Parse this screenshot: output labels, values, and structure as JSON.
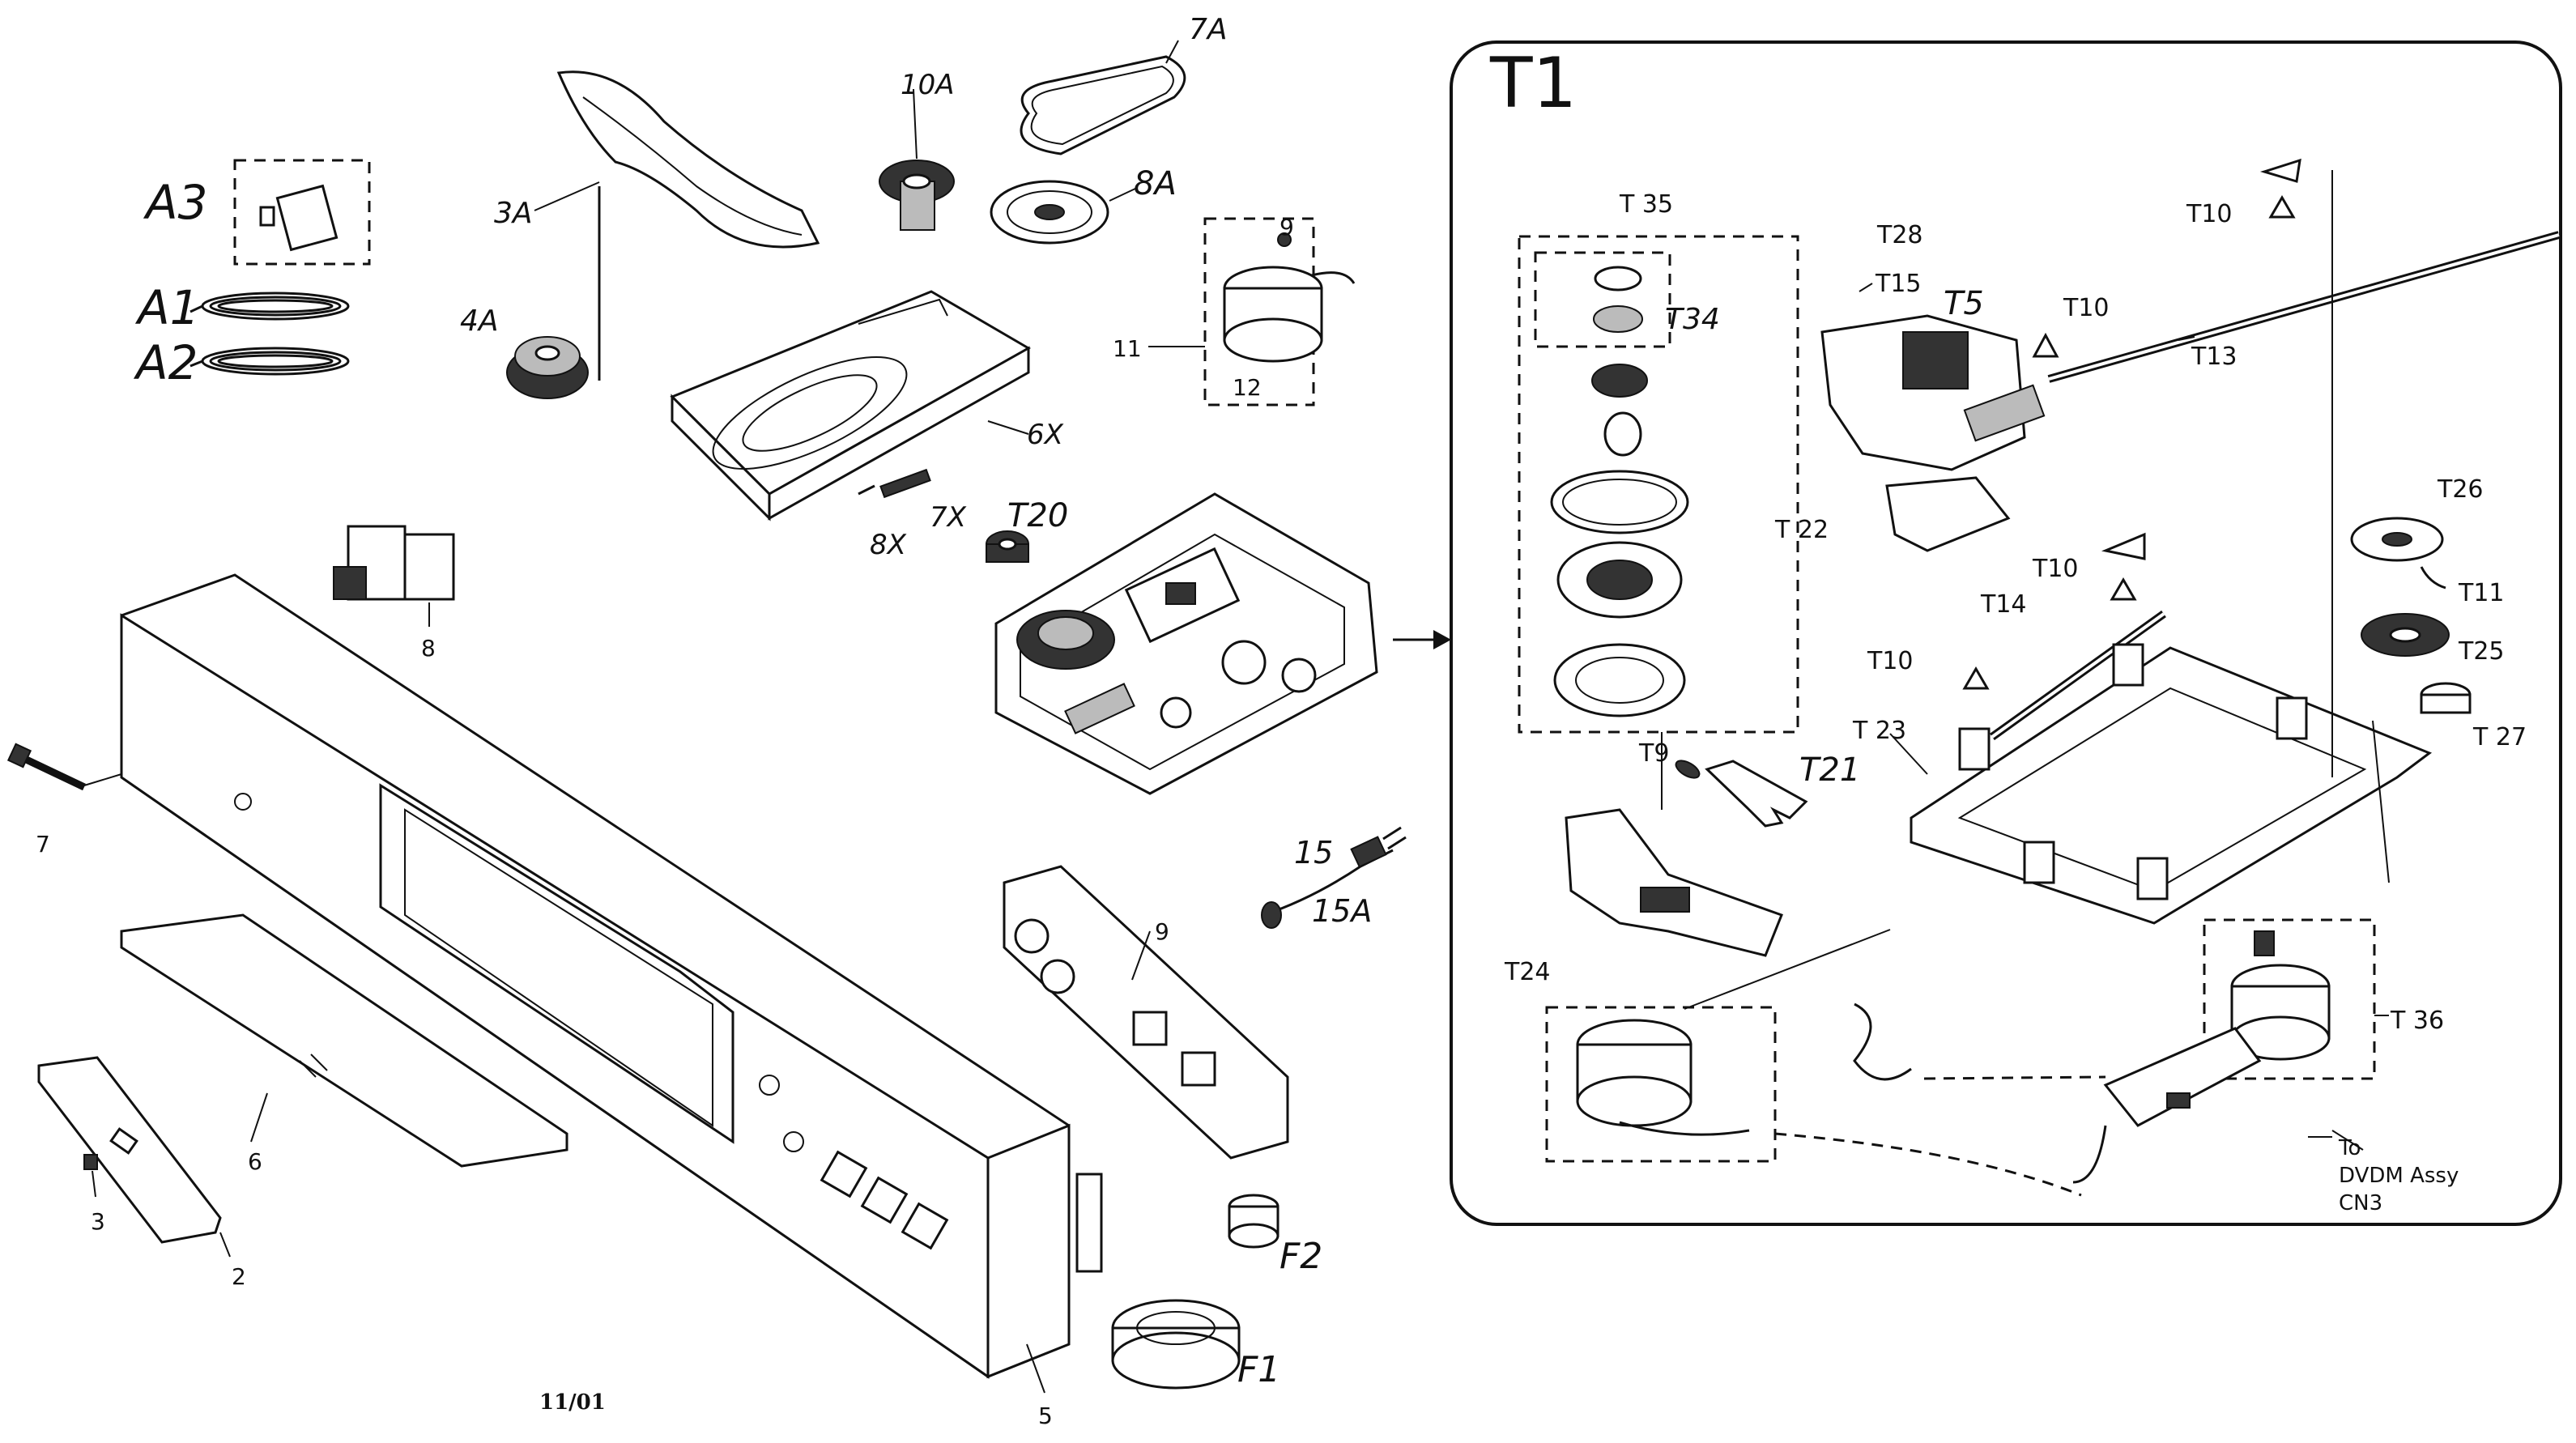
{
  "main_labels": {
    "a3": "A3",
    "a1": "A1",
    "a2": "A2",
    "p3a": "3A",
    "p4a": "4A",
    "p10a": "10A",
    "p7a": "7A",
    "p8a": "8A",
    "p9": "9",
    "p11": "11",
    "p12": "12",
    "p6x": "6X",
    "p7x": "7X",
    "p8x": "8X",
    "t20": "T20",
    "p8": "8",
    "p7": "7",
    "p9b": "9",
    "p15": "15",
    "p15a": "15A",
    "p6": "6",
    "p3": "3",
    "p2": "2",
    "p5": "5",
    "f2": "F2",
    "f1": "F1"
  },
  "date_code": "11/01",
  "t1_panel": {
    "title": "T1",
    "labels": {
      "t35": "T 35",
      "t34": "T34",
      "t28": "T28",
      "t15": "T15",
      "t5": "T5",
      "t10a": "T10",
      "t10b": "T10",
      "t10c": "T10",
      "t10d": "T10",
      "t13": "T13",
      "t22": "T 22",
      "t14": "T14",
      "t26": "T26",
      "t11": "T11",
      "t25": "T25",
      "t27": "T 27",
      "t23": "T 23",
      "t9": "T9",
      "t21": "T21",
      "t24": "T24",
      "t36": "T 36"
    },
    "note_lines": [
      "To",
      "DVDM Assy",
      "CN3"
    ]
  }
}
